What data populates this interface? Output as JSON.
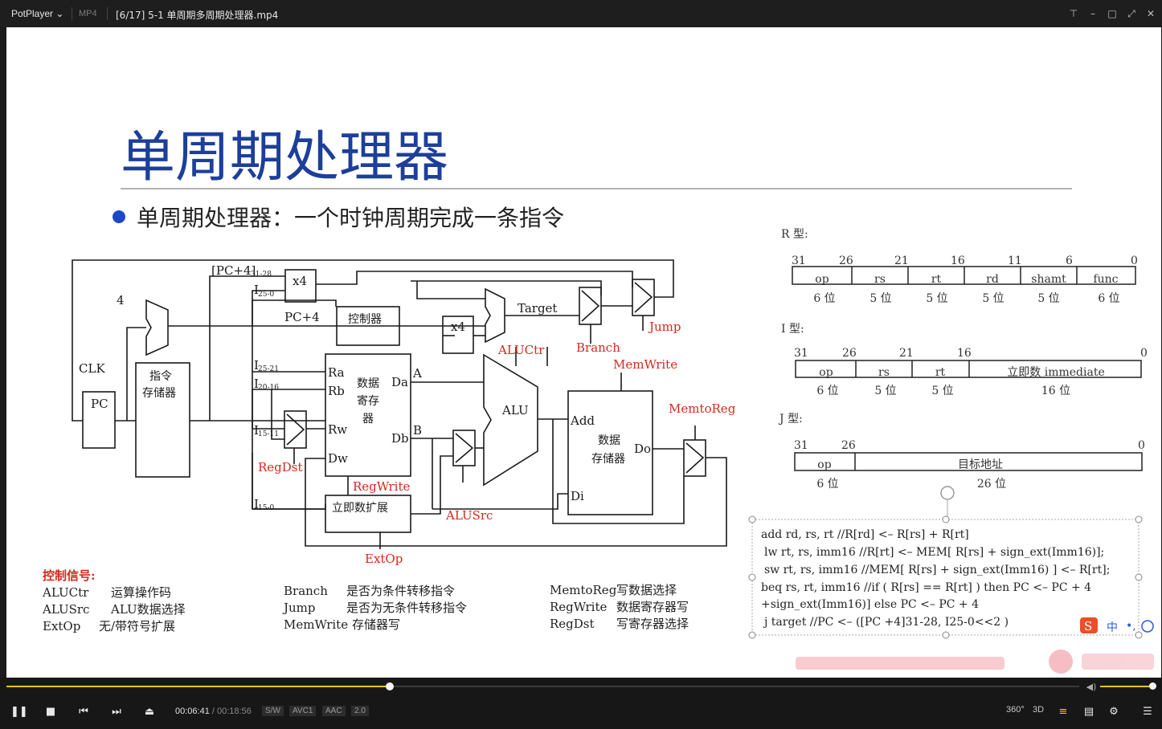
{
  "titlebar": {
    "app_name": "PotPlayer",
    "format": "MP4",
    "file_title": "[6/17] 5-1 单周期多周期处理器.mp4"
  },
  "slide": {
    "title": "单周期处理器",
    "bullet": "单周期处理器：一个时钟周期完成一条指令",
    "diagram": {
      "pc4_hi": "[PC+4]",
      "pc4_hi_sub": "31-28",
      "i25": "I",
      "i25_sub": "25-0",
      "x4": "x4",
      "four": "4",
      "pc4": "PC+4",
      "controller": "控制器",
      "target": "Target",
      "jump": "Jump",
      "branch": "Branch",
      "aluctr": "ALUCtr",
      "memwrite": "MemWrite",
      "clk": "CLK",
      "pc": "PC",
      "imem_line1": "指令",
      "imem_line2": "存储器",
      "i2521_sub": "25-21",
      "i2016_sub": "20-16",
      "i1511_sub": "15-11",
      "i150_sub": "15-0",
      "ra": "Ra",
      "rb": "Rb",
      "rw": "Rw",
      "dw": "Dw",
      "da": "Da",
      "db": "Db",
      "regfile_l1": "数据",
      "regfile_l2": "寄存",
      "regfile_l3": "器",
      "port_a": "A",
      "port_b": "B",
      "alu": "ALU",
      "x4b": "x4",
      "regdst": "RegDst",
      "regwrite": "RegWrite",
      "ext": "立即数扩展",
      "extop": "ExtOp",
      "alusrc": "ALUSrc",
      "add": "Add",
      "di": "Di",
      "do": "Do",
      "dmem_l1": "数据",
      "dmem_l2": "存储器",
      "memtoreg": "MemtoReg"
    },
    "formats": {
      "r_label": "R 型:",
      "r_bits": [
        "31",
        "26",
        "21",
        "16",
        "11",
        "6",
        "0"
      ],
      "r_fields": [
        "op",
        "rs",
        "rt",
        "rd",
        "shamt",
        "func"
      ],
      "r_widths": [
        "6 位",
        "5 位",
        "5 位",
        "5 位",
        "5 位",
        "6 位"
      ],
      "i_label": "I 型:",
      "i_bits": [
        "31",
        "26",
        "21",
        "16",
        "0"
      ],
      "i_fields": [
        "op",
        "rs",
        "rt",
        "立即数  immediate"
      ],
      "i_widths": [
        "6 位",
        "5 位",
        "5 位",
        "16 位"
      ],
      "j_label": "J 型:",
      "j_bits": [
        "31",
        "26",
        "0"
      ],
      "j_fields": [
        "op",
        "目标地址"
      ],
      "j_widths": [
        "6 位",
        "26 位"
      ]
    },
    "code": [
      "add rd, rs, rt   //R[rd] <– R[rs] + R[rt]",
      "lw rt, rs, imm16  //R[rt] <– MEM[ R[rs] + sign_ext(Imm16)];",
      "sw rt, rs, imm16  //MEM[ R[rs] + sign_ext(Imm16) ] <– R[rt];",
      "beq rs, rt, imm16   //if ( R[rs] == R[rt] ) then PC <– PC + 4",
      "+sign_ext(Imm16)] else PC <– PC + 4",
      "j target   //PC <– ([PC +4]31-28, I25-0<<2 )"
    ],
    "signals": {
      "heading": "控制信号:",
      "col1": [
        {
          "name": "ALUCtr",
          "desc": "运算操作码"
        },
        {
          "name": "ALUSrc",
          "desc": "ALU数据选择"
        },
        {
          "name": "ExtOp",
          "desc": "无/带符号扩展"
        }
      ],
      "col2": [
        {
          "name": "Branch",
          "desc": "是否为条件转移指令"
        },
        {
          "name": "Jump",
          "desc": "是否为无条件转移指令"
        },
        {
          "name": "MemWrite",
          "desc": "存储器写"
        }
      ],
      "col3": [
        {
          "name": "MemtoReg",
          "desc": "写数据选择"
        },
        {
          "name": "RegWrite",
          "desc": "数据寄存器写"
        },
        {
          "name": "RegDst",
          "desc": "写寄存器选择"
        }
      ]
    },
    "ime": {
      "label": "中"
    }
  },
  "controls": {
    "progress": 0.357,
    "volume": 1.0,
    "time_current": "00:06:41",
    "time_total": "00:18:56",
    "tags": [
      "S/W",
      "AVC1",
      "AAC",
      "2.0"
    ],
    "right_labels": [
      "360°",
      "3D"
    ]
  },
  "colors": {
    "accent": "#f2c318",
    "title_blue": "#1c3f9a",
    "signal_red": "#d4281c"
  }
}
